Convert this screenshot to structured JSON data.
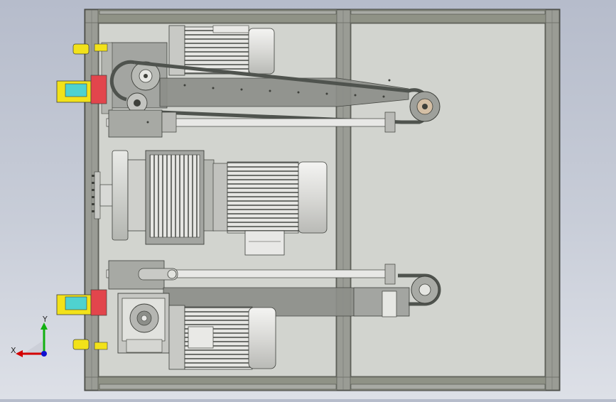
{
  "viewport": {
    "background_top": "#b6bccb",
    "background_bottom": "#dde0e7"
  },
  "colors": {
    "frame_steel": "#8f9286",
    "panel_glass": "#d2d4cf",
    "machine_grey": "#a3a5a1",
    "motor_light": "#e8e8e6",
    "belt_dark": "#4f534e",
    "clamp_red": "#e2454c",
    "bracket_yellow": "#f2e21a",
    "bracket_cyan": "#4fd2d0"
  },
  "view_triad": {
    "x_label": "X",
    "y_label": "Y",
    "x_color": "#d40000",
    "y_color": "#10b010",
    "z_color": "#1010d0"
  },
  "components": [
    "frame",
    "top-belt-drive",
    "center-gear-motor",
    "bottom-worm-gear-motor",
    "left-clamps"
  ]
}
